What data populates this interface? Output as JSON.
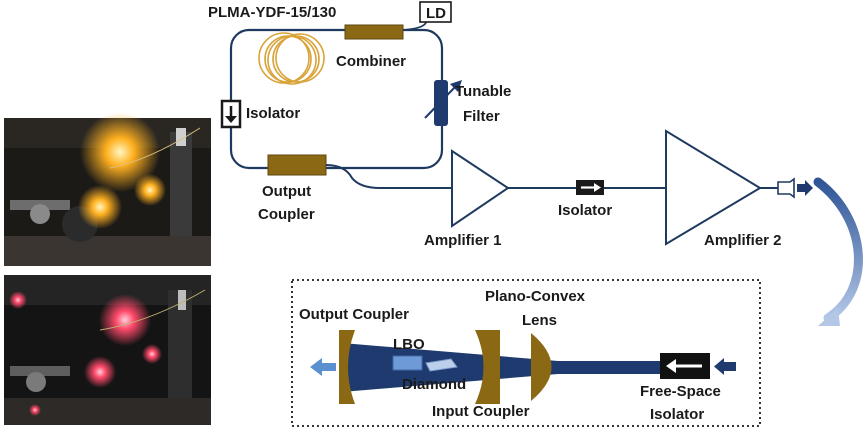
{
  "ring_labels": {
    "fiber": "PLMA-YDF-15/130",
    "ld": "LD",
    "combiner": "Combiner",
    "tunable_filter_line1": "Tunable",
    "tunable_filter_line2": "Filter",
    "isolator": "Isolator",
    "output_coupler_line1": "Output",
    "output_coupler_line2": "Coupler"
  },
  "amplifier_labels": {
    "amp1": "Amplifier 1",
    "isolator": "Isolator",
    "amp2": "Amplifier 2"
  },
  "shg_labels": {
    "output_coupler": "Output Coupler",
    "lbo": "LBO",
    "diamond": "Diamond",
    "input_coupler": "Input Coupler",
    "lens_line1": "Plano-Convex",
    "lens_line2": "Lens",
    "fs_isolator_line1": "Free-Space",
    "fs_isolator_line2": "Isolator"
  },
  "colors": {
    "line": "#1f3a5f",
    "component": "#8b6914",
    "beam": "#1f3a6e",
    "accent": "#5b7fbf",
    "fiber_coil": "#d9a43a"
  },
  "photos": [
    {
      "name": "photo-yellow-emission",
      "glow": "#ffb020"
    },
    {
      "name": "photo-red-emission",
      "glow": "#ff4a6a"
    }
  ]
}
